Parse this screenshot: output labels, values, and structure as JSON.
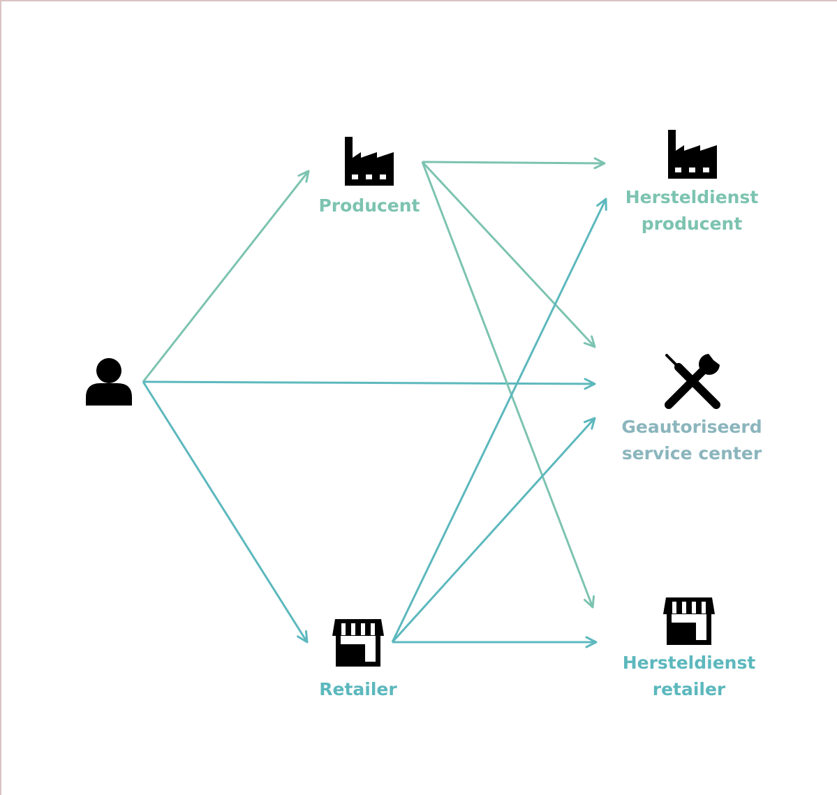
{
  "colors": {
    "arrow_green": "#7cc3b0",
    "arrow_teal": "#5cb8bd",
    "label_green": "#7cc3b0",
    "label_gray_teal": "#8bb5bd",
    "label_teal": "#5cb8bd",
    "icon": "#000000"
  },
  "nodes": {
    "consumer": {
      "icon": "person-icon"
    },
    "producent": {
      "icon": "factory-icon",
      "label": "Producent"
    },
    "retailer": {
      "icon": "store-icon",
      "label": "Retailer"
    },
    "hersteldienst_producent": {
      "icon": "factory-icon",
      "label_line1": "Hersteldienst",
      "label_line2": "producent"
    },
    "service_center": {
      "icon": "tools-icon",
      "label_line1": "Geautoriseerd",
      "label_line2": "service center"
    },
    "hersteldienst_retailer": {
      "icon": "store-icon",
      "label_line1": "Hersteldienst",
      "label_line2": "retailer"
    }
  },
  "edges": [
    {
      "from": "consumer",
      "to": "producent",
      "color": "arrow_green"
    },
    {
      "from": "consumer",
      "to": "service_center",
      "color": "arrow_teal"
    },
    {
      "from": "consumer",
      "to": "retailer",
      "color": "arrow_teal"
    },
    {
      "from": "producent",
      "to": "hersteldienst_producent",
      "color": "arrow_green"
    },
    {
      "from": "producent",
      "to": "service_center",
      "color": "arrow_green"
    },
    {
      "from": "producent",
      "to": "hersteldienst_retailer",
      "color": "arrow_green"
    },
    {
      "from": "retailer",
      "to": "hersteldienst_producent",
      "color": "arrow_teal"
    },
    {
      "from": "retailer",
      "to": "service_center",
      "color": "arrow_teal"
    },
    {
      "from": "retailer",
      "to": "hersteldienst_retailer",
      "color": "arrow_teal"
    }
  ]
}
